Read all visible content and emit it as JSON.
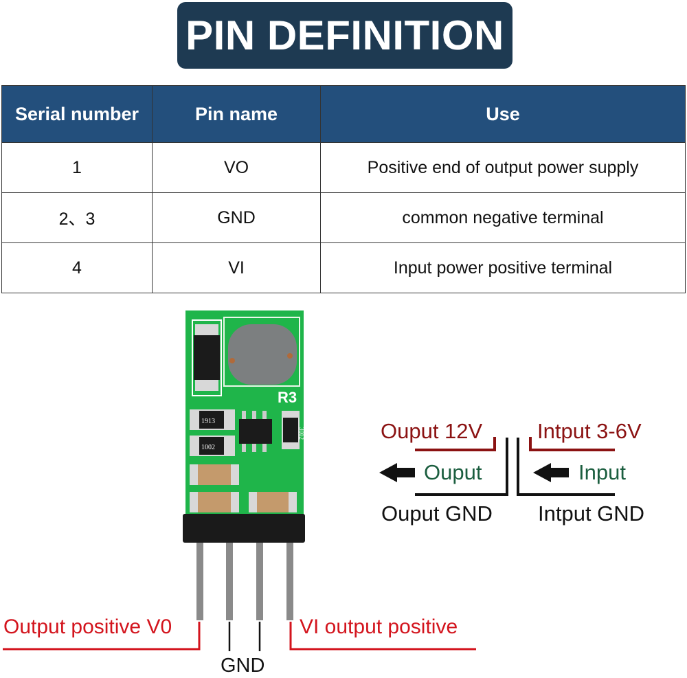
{
  "title": "PIN DEFINITION",
  "table": {
    "headers": [
      "Serial number",
      "Pin name",
      "Use"
    ],
    "rows": [
      [
        "1",
        "VO",
        "Positive end of output power supply"
      ],
      [
        "2、3",
        "GND",
        "common negative terminal"
      ],
      [
        "4",
        "VI",
        "Input power positive terminal"
      ]
    ]
  },
  "board": {
    "silkscreen_label": "R3",
    "resistor_codes": [
      "1913",
      "1002",
      "3002"
    ]
  },
  "flow_diagram": {
    "output_voltage": "Ouput 12V",
    "input_voltage": "Intput 3-6V",
    "output_arrow_label": "Ouput",
    "input_arrow_label": "Input",
    "output_gnd": "Ouput GND",
    "input_gnd": "Intput GND"
  },
  "pin_labels": {
    "left": "Output positive V0",
    "middle": "GND",
    "right": "VI output positive"
  },
  "colors": {
    "title_bg": "#1e3a52",
    "header_bg": "#234f7c",
    "pin_label_red": "#d3141d",
    "voltage_label_darkred": "#8b1212",
    "flow_label_green": "#1b5e3f",
    "pcb_green": "#1fb54a"
  }
}
